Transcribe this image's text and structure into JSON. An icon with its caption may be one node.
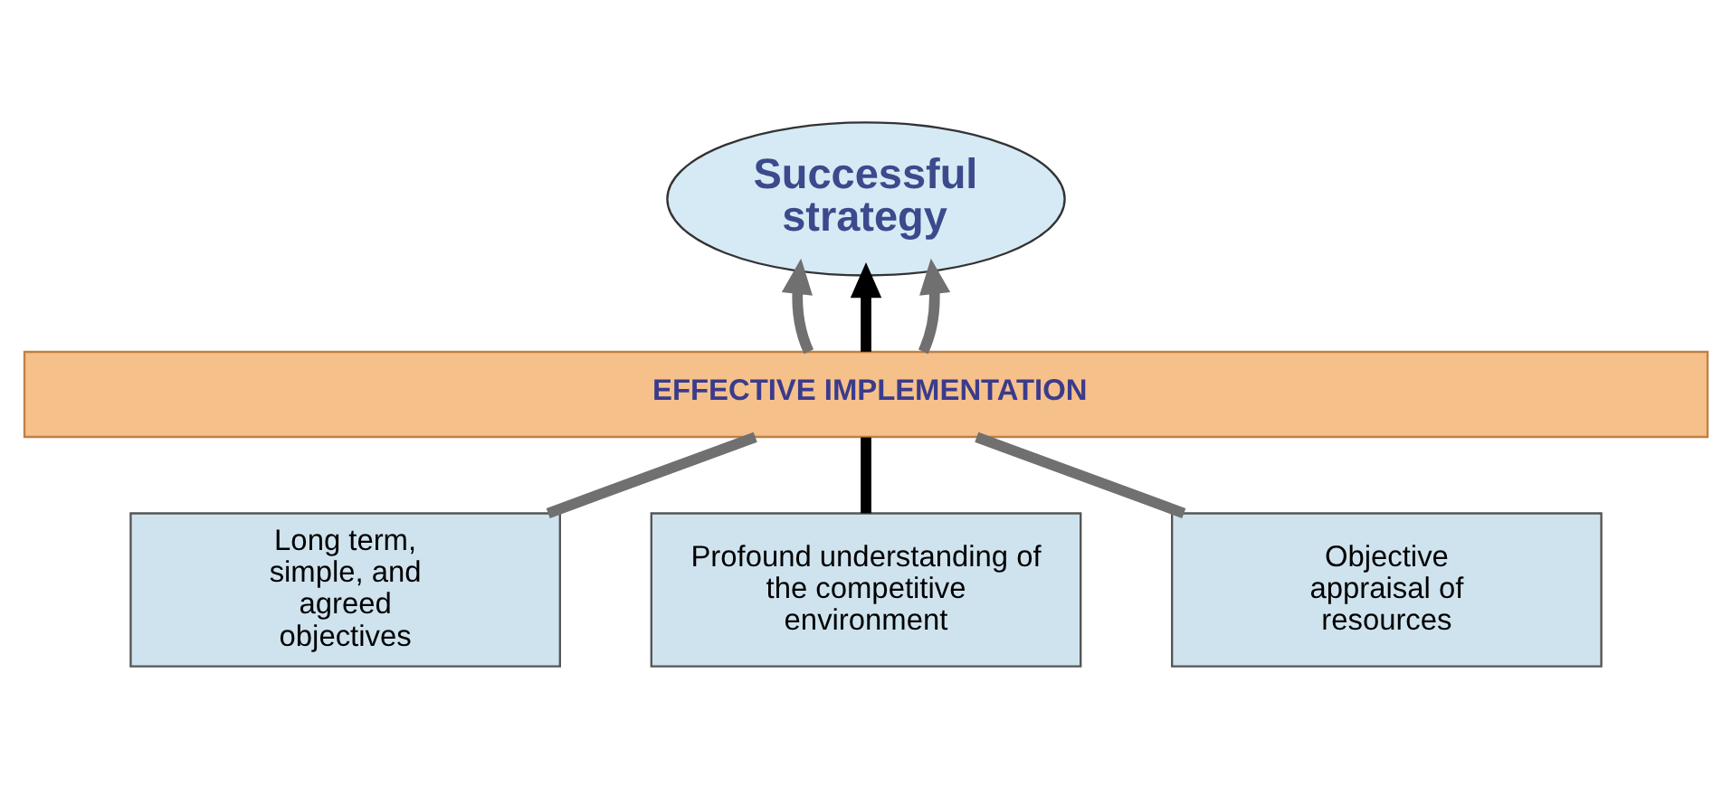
{
  "diagram": {
    "nodes": [
      {
        "text": [
          "Successful strategy"
        ]
      },
      {
        "text": [
          "EFFECTIVE IMPLEMENTATION"
        ]
      },
      {
        "text": [
          "Long term, simple, and agreed objectives"
        ]
      },
      {
        "text": [
          "Profound understanding of the competitive environment"
        ]
      },
      {
        "text": [
          "Objective appraisal of resources"
        ]
      }
    ],
    "edges": [
      {
        "from": 2,
        "to": 1,
        "arrow": "none"
      },
      {
        "from": 3,
        "to": 1,
        "arrow": "none",
        "color": "#000000"
      },
      {
        "from": 4,
        "to": 1,
        "arrow": "none"
      },
      {
        "from": 1,
        "to": 0,
        "arrow": "to"
      },
      {
        "from": 1,
        "to": 0,
        "arrow": "to",
        "color": "#000000"
      },
      {
        "from": 1,
        "to": 0,
        "arrow": "to"
      }
    ]
  }
}
